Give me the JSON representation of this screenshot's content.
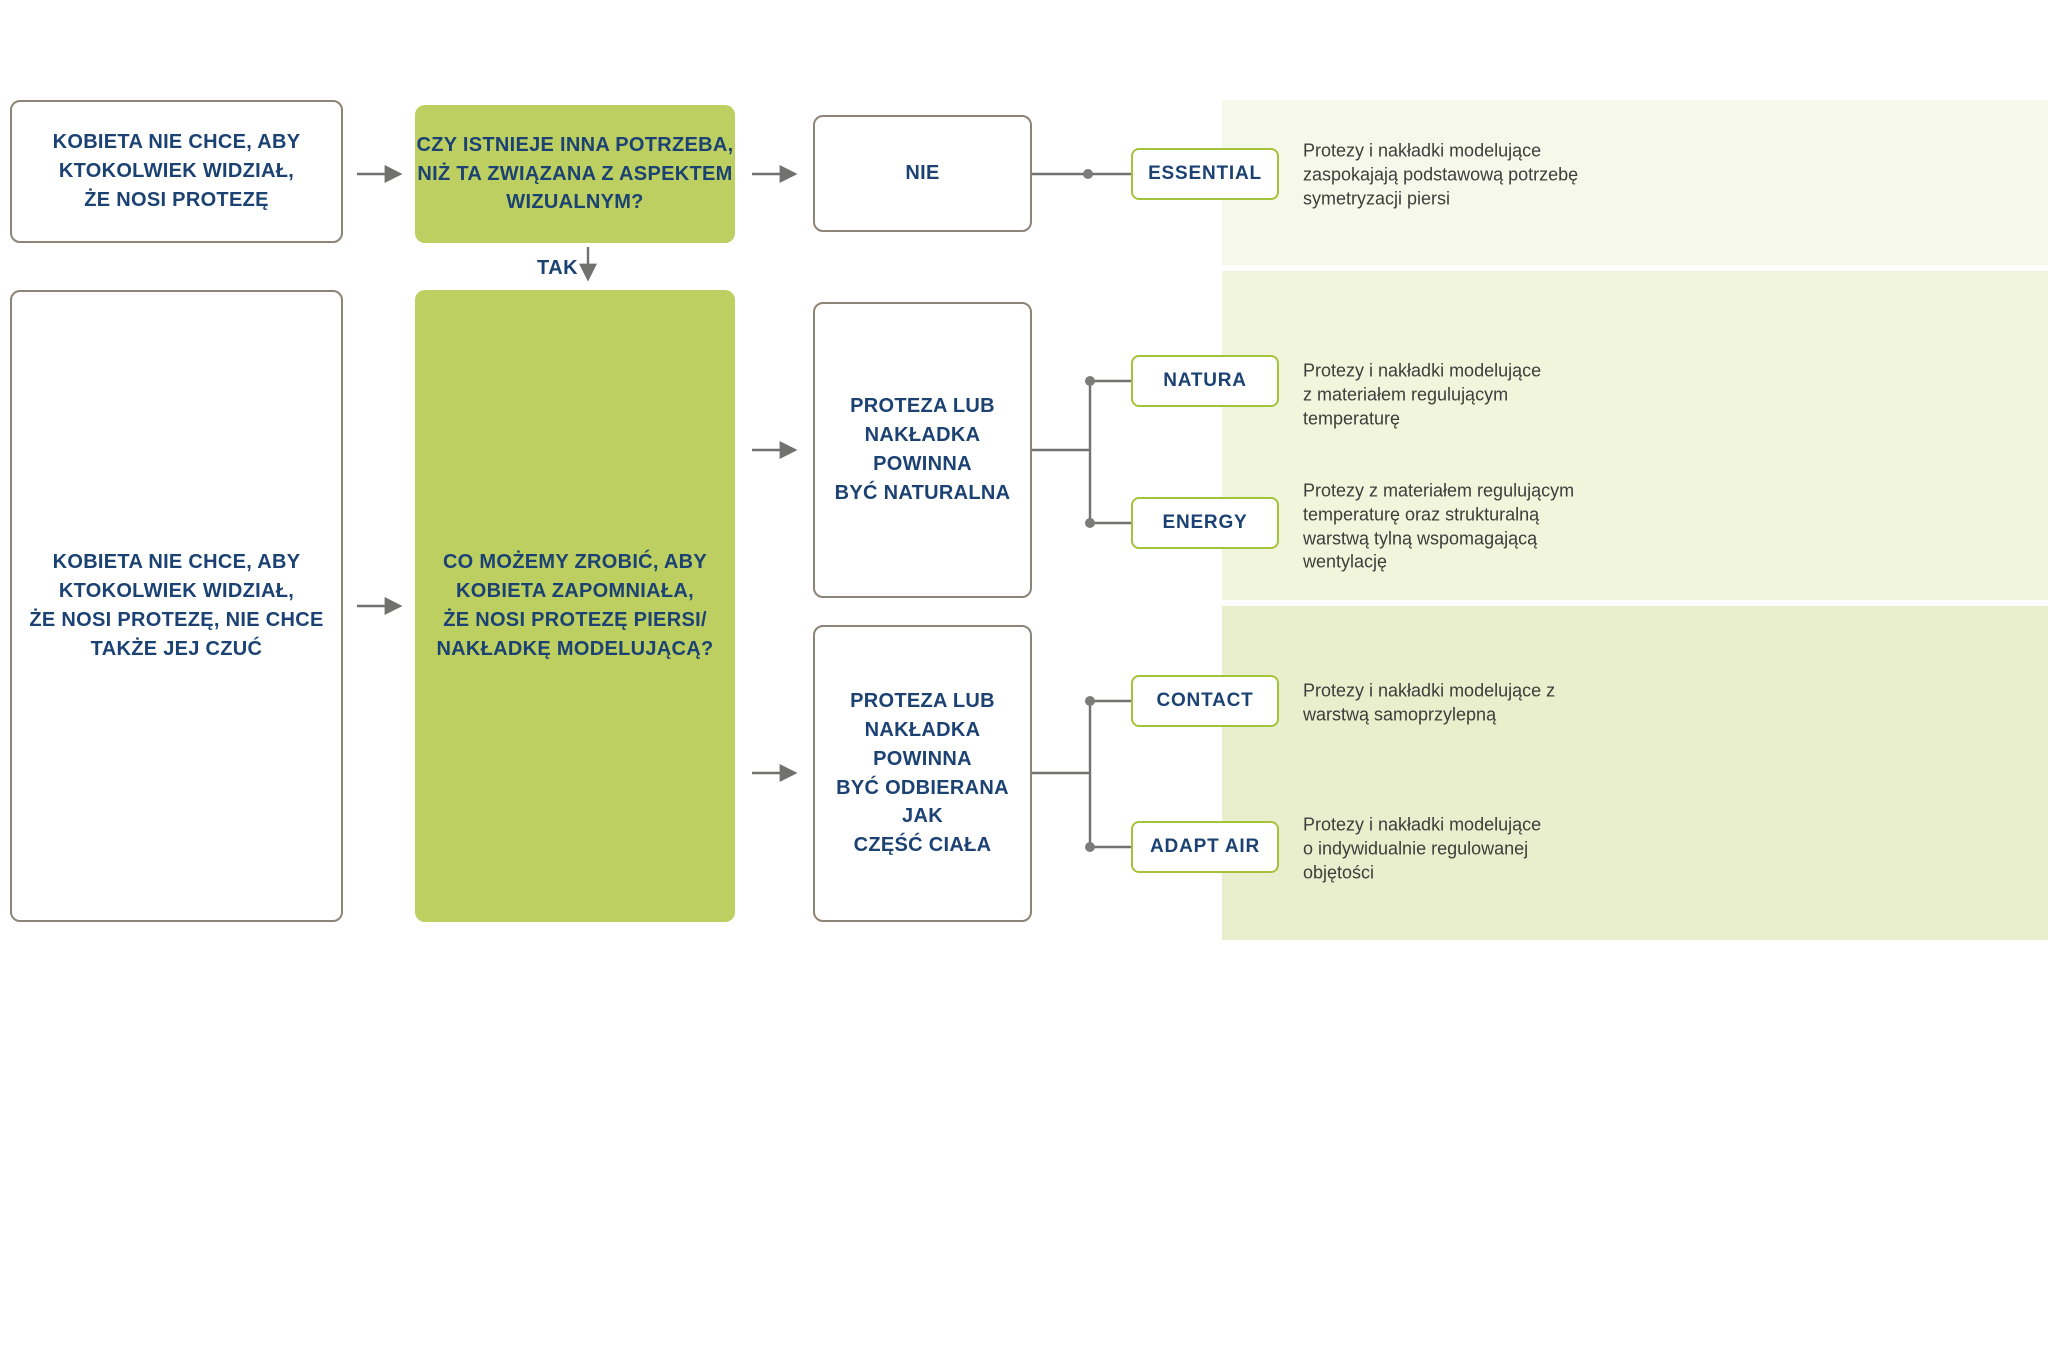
{
  "palette": {
    "green_box": "#bccf60",
    "panel_top": "#f6f9ea",
    "panel_middle": "#f1f5dc",
    "panel_bottom": "#e9efcd",
    "navy_text": "#1b4273",
    "white_box_border": "#8d8478",
    "pill_border": "#a5c23d",
    "connector_gray": "#71716f",
    "description_text": "#3d3d3b"
  },
  "flow": {
    "need_visual": "KOBIETA NIE CHCE, ABY\nKTOKOLWIEK WIDZIAŁ,\nŻE NOSI PROTEZĘ",
    "question_other_need": "CZY ISTNIEJE INNA POTRZEBA,\nNIŻ TA ZWIĄZANA Z ASPEKTEM\nWIZUALNYM?",
    "answer_no": "NIE",
    "answer_yes": "TAK",
    "need_feel": "KOBIETA NIE CHCE, ABY\nKTOKOLWIEK WIDZIAŁ,\nŻE NOSI PROTEZĘ, NIE CHCE\nTAKŻE JEJ CZUĆ",
    "question_forget": "CO MOŻEMY ZROBIĆ, ABY\nKOBIETA ZAPOMNIAŁA,\nŻE NOSI PROTEZĘ PIERSI/\nNAKŁADKĘ MODELUJĄCĄ?",
    "outcome_natural": "PROTEZA LUB\nNAKŁADKA POWINNA\nBYĆ NATURALNA",
    "outcome_body_part": "PROTEZA LUB\nNAKŁADKA POWINNA\nBYĆ ODBIERANA JAK\nCZĘŚĆ CIAŁA"
  },
  "products": [
    {
      "label": "ESSENTIAL",
      "desc": "Protezy i nakładki modelujące\nzaspokajają podstawową potrzebę\nsymetryzacji piersi"
    },
    {
      "label": "NATURA",
      "desc": "Protezy i nakładki modelujące\nz materiałem regulującym\ntemperaturę"
    },
    {
      "label": "ENERGY",
      "desc": "Protezy z materiałem regulującym\ntemperaturę oraz strukturalną\nwarstwą tylną wspomagającą\nwentylację"
    },
    {
      "label": "CONTACT",
      "desc": "Protezy i nakładki modelujące z\nwarstwą samoprzylepną"
    },
    {
      "label": "ADAPT AIR",
      "desc": "Protezy i nakładki modelujące\no indywidualnie regulowanej\nobjętości"
    }
  ]
}
